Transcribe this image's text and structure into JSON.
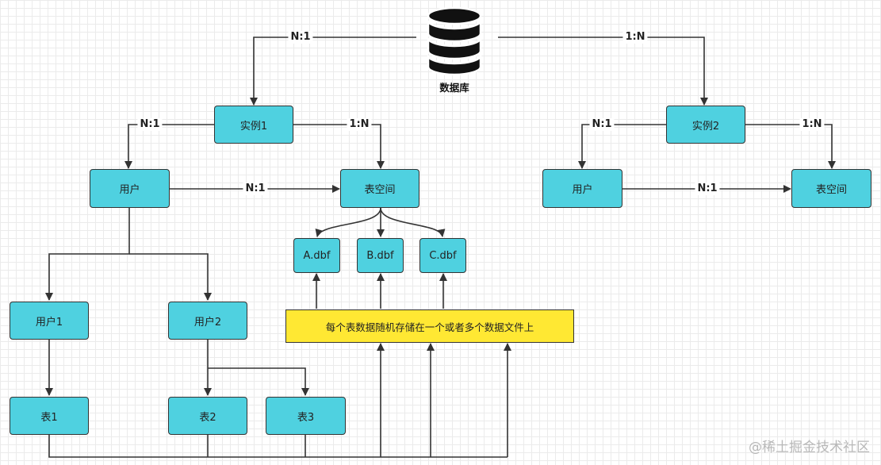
{
  "database": {
    "label": "数据库",
    "icon": "database-icon"
  },
  "instances": [
    {
      "label": "实例1"
    },
    {
      "label": "实例2"
    }
  ],
  "users": {
    "main": "用户",
    "user1": "用户1",
    "user2": "用户2",
    "right": "用户"
  },
  "tablespaces": {
    "left": "表空间",
    "right": "表空间"
  },
  "datafiles": [
    "A.dbf",
    "B.dbf",
    "C.dbf"
  ],
  "tables": [
    "表1",
    "表2",
    "表3"
  ],
  "note": "每个表数据随机存储在一个或者多个数据文件上",
  "relations": {
    "db_to_instance1": "N:1",
    "db_to_instance2": "1:N",
    "inst1_to_user": "N:1",
    "inst1_to_tablespace": "1:N",
    "user_to_tablespace": "N:1",
    "inst2_to_user": "N:1",
    "inst2_to_tablespace": "1:N",
    "user2_to_tablespace2": "N:1"
  },
  "watermark": "@稀土掘金技术社区",
  "colors": {
    "node": "#4fd1e0",
    "note": "#ffe833",
    "stroke": "#333333"
  }
}
